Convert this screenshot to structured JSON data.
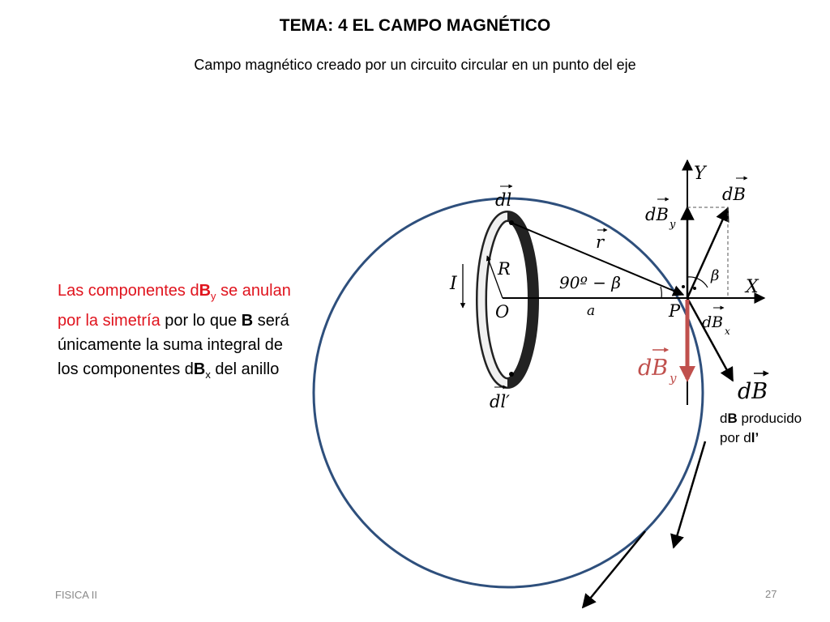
{
  "slide": {
    "title": "TEMA: 4 EL CAMPO MAGNÉTICO",
    "subtitle": "Campo magnético creado por un circuito circular en un punto del eje",
    "footer_left": "FISICA II",
    "page_number": "27"
  },
  "explanation": {
    "part1": "Las componentes d",
    "part1_bold": "B",
    "part1_sub": "y",
    "part2": " se anulan por la simetría",
    "part3": " por lo que ",
    "part3_bold": "B",
    "part4": " será únicamente la suma integral de los componentes d",
    "part4_bold": "B",
    "part4_sub": "x",
    "part5": " del anillo"
  },
  "note": {
    "prefix": "d",
    "bold": "B",
    "middle": " producido",
    "line2_prefix": "por d",
    "line2_bold": "l’"
  },
  "diagram": {
    "label_Y": "Y",
    "label_X": "X",
    "label_dB": "dB",
    "label_dBy": "dB",
    "sub_y": "y",
    "label_dBx": "dB",
    "sub_x": "x",
    "label_dl": "dl",
    "label_dl_prime": "dl′",
    "label_r": "r",
    "label_R": "R",
    "label_I": "I",
    "label_O": "O",
    "label_P": "P",
    "label_a": "a",
    "label_angle": "90º − β",
    "label_beta": "β",
    "label_dB_red": "dB",
    "label_dB_big": "dB",
    "colors": {
      "red_text": "#e0141e",
      "circle": "#2e4f7c",
      "red_arrow": "#c0504d"
    }
  }
}
